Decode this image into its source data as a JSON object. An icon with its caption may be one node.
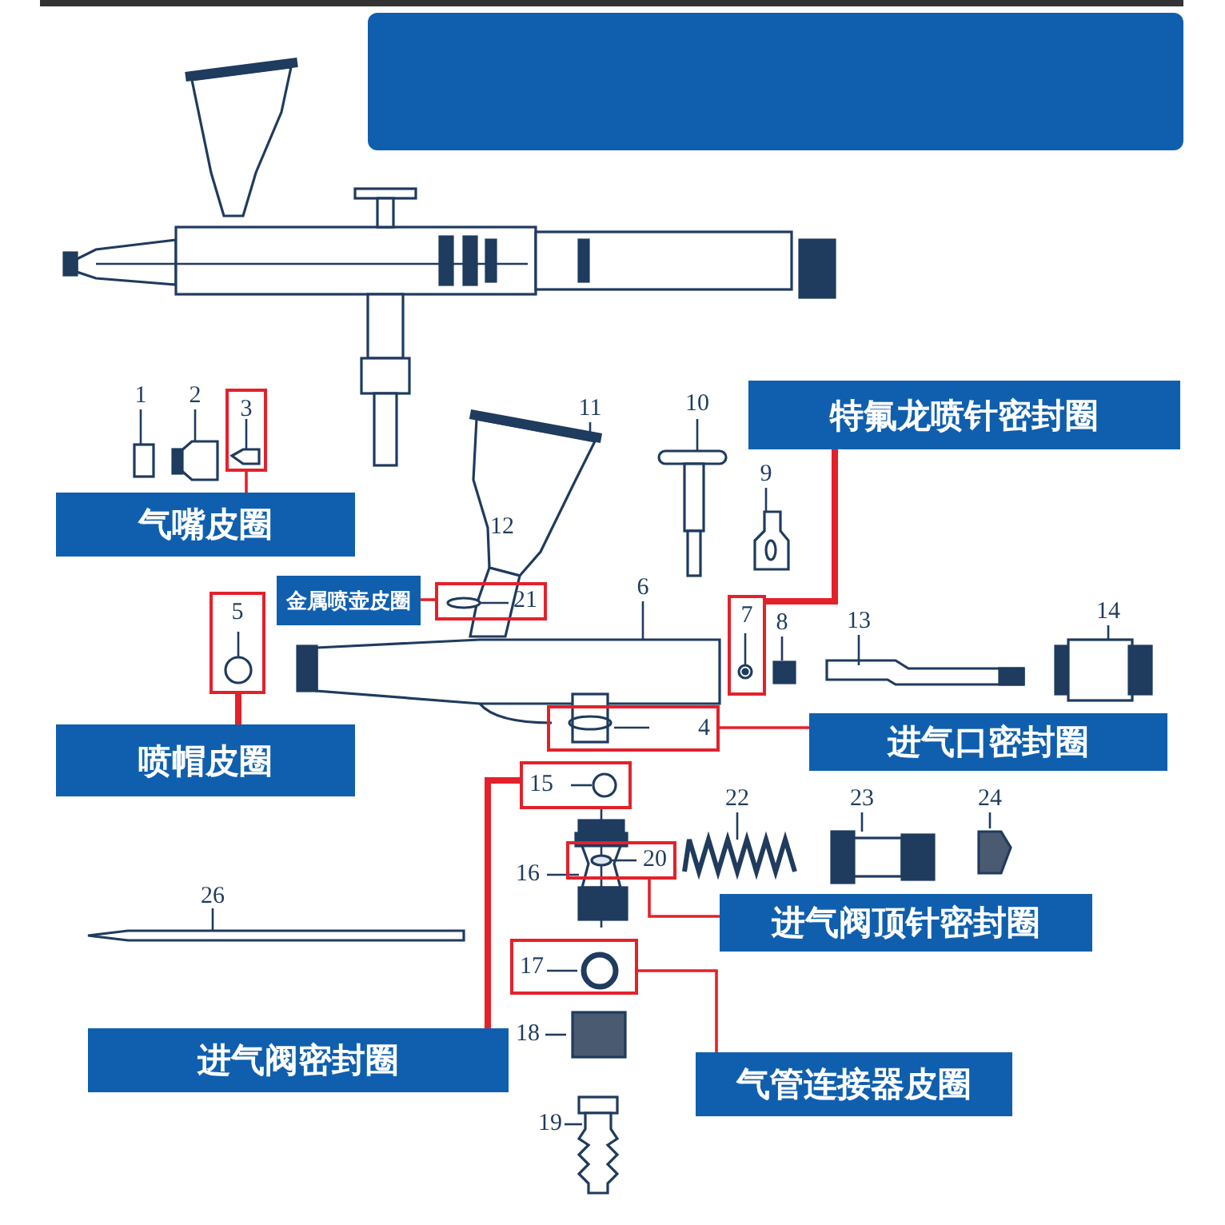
{
  "diagram": {
    "nodes": [
      {
        "text": [
          "特氟龙喷针密封圈"
        ]
      },
      {
        "text": [
          "3"
        ]
      },
      {
        "text": [
          "气嘴皮圈"
        ]
      },
      {
        "text": [
          "金属喷壶皮圈"
        ]
      },
      {
        "text": [
          "21"
        ]
      },
      {
        "text": [
          "5"
        ]
      },
      {
        "text": [
          "7"
        ]
      },
      {
        "text": [
          "4"
        ]
      },
      {
        "text": [
          "进气口密封圈"
        ]
      },
      {
        "text": [
          "喷帽皮圈"
        ]
      },
      {
        "text": [
          "15"
        ]
      },
      {
        "text": [
          "20"
        ]
      },
      {
        "text": [
          "进气阀顶针密封圈"
        ]
      },
      {
        "text": [
          "17"
        ]
      },
      {
        "text": [
          "进气阀密封圈"
        ]
      },
      {
        "text": [
          "气管连接器皮圈"
        ]
      }
    ],
    "edges": [
      {
        "from": 1,
        "to": 2,
        "arrow": "none"
      },
      {
        "from": 3,
        "to": 4,
        "arrow": "none"
      },
      {
        "from": 5,
        "to": 9,
        "arrow": "none",
        "style": "thick"
      },
      {
        "from": 0,
        "to": 6,
        "arrow": "none",
        "style": "thick"
      },
      {
        "from": 7,
        "to": 8,
        "arrow": "none"
      },
      {
        "from": 11,
        "to": 12,
        "arrow": "none"
      },
      {
        "from": 14,
        "to": 10,
        "arrow": "none",
        "style": "thick"
      },
      {
        "from": 13,
        "to": 15,
        "arrow": "none"
      }
    ],
    "labels": [
      "10",
      "1",
      "2",
      "11",
      "9",
      "12",
      "6",
      "8",
      "13",
      "14",
      "22",
      "23",
      "24",
      "16",
      "26",
      "18",
      "19"
    ]
  }
}
